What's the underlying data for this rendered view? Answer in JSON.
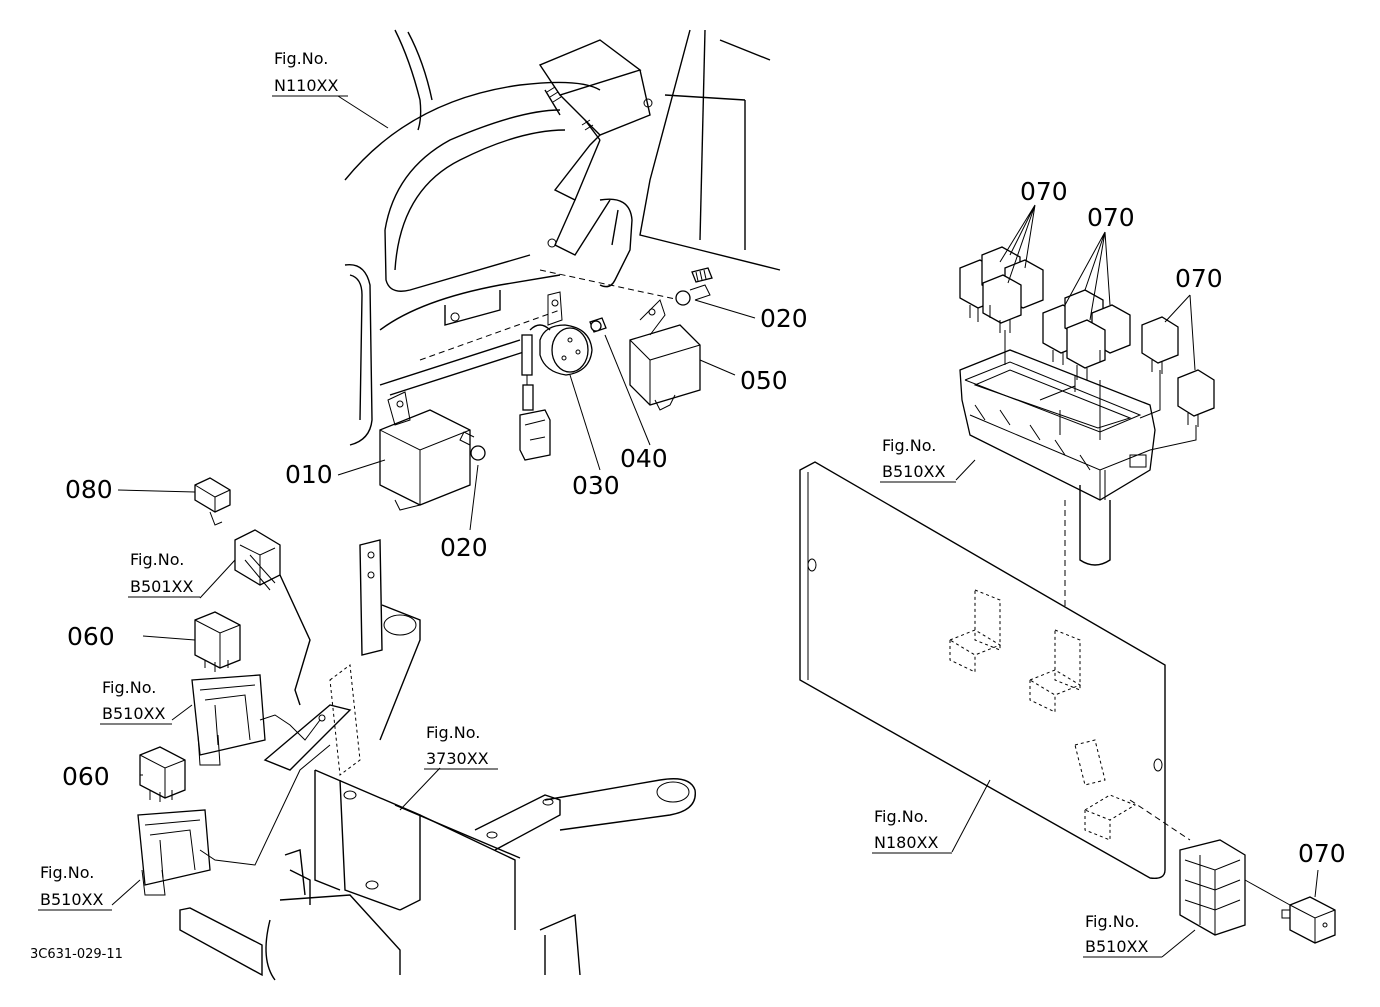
{
  "diagram": {
    "part_labels": {
      "p010": "010",
      "p020a": "020",
      "p020b": "020",
      "p030": "030",
      "p040": "040",
      "p050": "050",
      "p060a": "060",
      "p060b": "060",
      "p070a": "070",
      "p070b": "070",
      "p070c": "070",
      "p070d": "070",
      "p080": "080"
    },
    "fig_refs": {
      "n110": {
        "title": "Fig.No.",
        "code": "N110XX"
      },
      "b501": {
        "title": "Fig.No.",
        "code": "B501XX"
      },
      "b510a": {
        "title": "Fig.No.",
        "code": "B510XX"
      },
      "b510b": {
        "title": "Fig.No.",
        "code": "B510XX"
      },
      "b510c": {
        "title": "Fig.No.",
        "code": "B510XX"
      },
      "b510d": {
        "title": "Fig.No.",
        "code": "B510XX"
      },
      "f3730": {
        "title": "Fig.No.",
        "code": "3730XX"
      },
      "n180": {
        "title": "Fig.No.",
        "code": "N180XX"
      }
    },
    "drawing_code": "3C631-029-11"
  }
}
